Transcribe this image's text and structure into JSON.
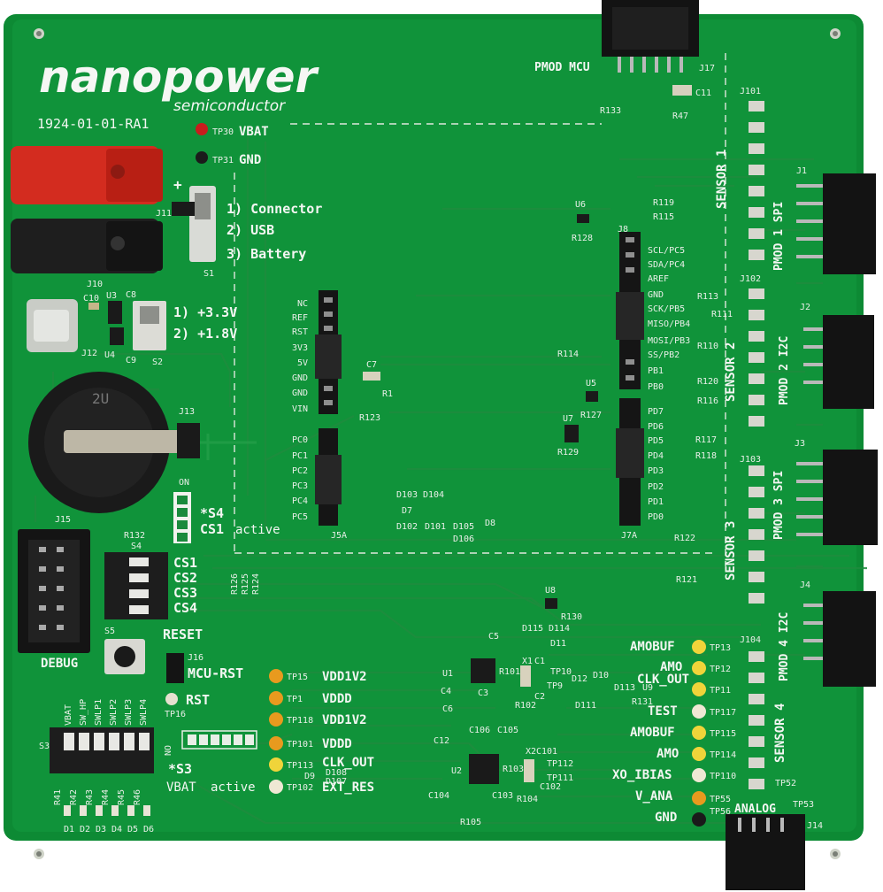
{
  "logo": {
    "word": "nanopower",
    "sub": "semiconductor"
  },
  "board_id": "1924-01-01-RA1",
  "power": {
    "tp30": "TP30",
    "vbat": "VBAT",
    "tp31": "TP31",
    "gnd": "GND",
    "plus": "+"
  },
  "power_select": {
    "opt1": "1) Connector",
    "opt2": "2) USB",
    "opt3": "3) Battery",
    "sw": "S1",
    "jack": "J11"
  },
  "voltage_select": {
    "opt1": "1) +3.3V",
    "opt2": "2) +1.8V",
    "sw": "S2",
    "c8": "C8",
    "c9": "C9",
    "c10": "C10",
    "u3": "U3",
    "u4": "U4",
    "j10": "J10",
    "j12": "J12"
  },
  "battery": {
    "holder": "J13",
    "label": "2U"
  },
  "s4": {
    "title": "*S4",
    "cs": "CS1",
    "active": "active",
    "on": "ON",
    "name": "S4"
  },
  "cs_labels": [
    "CS1",
    "CS2",
    "CS3",
    "CS4"
  ],
  "res_r": [
    "R126",
    "R125",
    "R124"
  ],
  "debug": {
    "label": "DEBUG",
    "ref": "J15",
    "r132": "R132"
  },
  "reset": {
    "label": "RESET",
    "ref": "S5",
    "mcu": "MCU-RST",
    "j16": "J16",
    "rst": "RST",
    "tp16": "TP16"
  },
  "s3": {
    "title": "*S3",
    "vbat": "VBAT",
    "active": "active",
    "on": "ON",
    "ref": "S3",
    "switches": [
      "VBAT",
      "SW_HP",
      "SWLP1",
      "SWLP2",
      "SWLP3",
      "SWLP4"
    ],
    "leds": [
      "D1",
      "D2",
      "D3",
      "D4",
      "D5",
      "D6"
    ],
    "res": [
      "R41",
      "R42",
      "R43",
      "R44",
      "R45",
      "R46"
    ]
  },
  "j5": {
    "labels": [
      "NC",
      "REF",
      "RST",
      "3V3",
      "5V",
      "GND",
      "GND",
      "VIN"
    ],
    "ref": "J5A",
    "pc": [
      "PC0",
      "PC1",
      "PC2",
      "PC3",
      "PC4",
      "PC5"
    ]
  },
  "j7": {
    "left_labels": [
      "SCL/PC5",
      "SDA/PC4",
      "AREF",
      "GND",
      "SCK/PB5",
      "MISO/PB4",
      "MOSI/PB3",
      "SS/PB2",
      "PB1",
      "PB0"
    ],
    "pd": [
      "PD7",
      "PD6",
      "PD5",
      "PD4",
      "PD3",
      "PD2",
      "PD1",
      "PD0"
    ],
    "ref": "J7A",
    "jref": "J8"
  },
  "parts": {
    "c7": "C7",
    "r1": "R1",
    "r123": "R123",
    "u6": "U6",
    "r128": "R128",
    "u5": "U5",
    "r127": "R127",
    "u7": "U7",
    "r129": "R129",
    "r114": "R114",
    "r119": "R119",
    "r115": "R115",
    "r113": "R113",
    "r111": "R111",
    "r110": "R110",
    "r120": "R120",
    "r116": "R116",
    "r117": "R117",
    "r118": "R118",
    "r122": "R122",
    "r121": "R121",
    "r133": "R133",
    "r47": "R47",
    "c11": "C11",
    "d103": "D103",
    "d104": "D104",
    "d7": "D7",
    "d102": "D102",
    "d101": "D101",
    "d105": "D105",
    "d8": "D8",
    "d106": "D106",
    "u8": "U8",
    "r130": "R130",
    "d115": "D115",
    "d114": "D114",
    "d11": "D11",
    "c5": "C5",
    "u1": "U1",
    "r101": "R101",
    "x1": "X1",
    "c1": "C1",
    "tp10": "TP10",
    "tp9": "TP9",
    "c4": "C4",
    "c3": "C3",
    "r102": "R102",
    "c2": "C2",
    "c6": "C6",
    "d12": "D12",
    "d10": "D10",
    "d113": "D113",
    "u9": "U9",
    "d111": "D111",
    "r131": "R131",
    "c12": "C12",
    "c106": "C106",
    "c105": "C105",
    "x2": "X2",
    "c101": "C101",
    "u2": "U2",
    "r103": "R103",
    "tp112": "TP112",
    "tp111": "TP111",
    "c102": "C102",
    "c104": "C104",
    "c103": "C103",
    "r104": "R104",
    "r105": "R105",
    "d9": "D9",
    "d108": "D108",
    "d107": "D107"
  },
  "testpoints_left": [
    {
      "tp": "TP15",
      "label": "VDD1V2"
    },
    {
      "tp": "TP1",
      "label": "VDDD"
    },
    {
      "tp": "TP118",
      "label": "VDD1V2"
    },
    {
      "tp": "TP101",
      "label": "VDDD"
    },
    {
      "tp": "TP113",
      "label": "CLK_OUT"
    },
    {
      "tp": "TP102",
      "label": "EXT_RES"
    }
  ],
  "testpoints_right": [
    {
      "label": "AMOBUF",
      "tp": "TP13"
    },
    {
      "label": "AMO",
      "tp": "TP12"
    },
    {
      "label": "CLK_OUT",
      "tp": "TP11"
    },
    {
      "label": "TEST",
      "tp": "TP117"
    },
    {
      "label": "AMOBUF",
      "tp": "TP115"
    },
    {
      "label": "AMO",
      "tp": "TP114"
    },
    {
      "label": "XO_IBIAS",
      "tp": "TP110"
    },
    {
      "label": "V_ANA",
      "tp": "TP55"
    },
    {
      "label": "GND",
      "tp": "TP56"
    }
  ],
  "pmod": {
    "mcu": "PMOD MCU",
    "j17": "J17",
    "p1": "PMOD 1 SPI",
    "p2": "PMOD 2 I2C",
    "p3": "PMOD 3 SPI",
    "p4": "PMOD 4 I2C",
    "j1": "J1",
    "j2": "J2",
    "j3": "J3",
    "j4": "J4"
  },
  "sensors": {
    "s1": "SENSOR 1",
    "s2": "SENSOR 2",
    "s3": "SENSOR 3",
    "s4": "SENSOR 4",
    "j101": "J101",
    "j102": "J102",
    "j103": "J103",
    "j104": "J104"
  },
  "analog": {
    "label": "ANALOG",
    "ref": "J14",
    "tp52": "TP52",
    "tp53": "TP53"
  }
}
